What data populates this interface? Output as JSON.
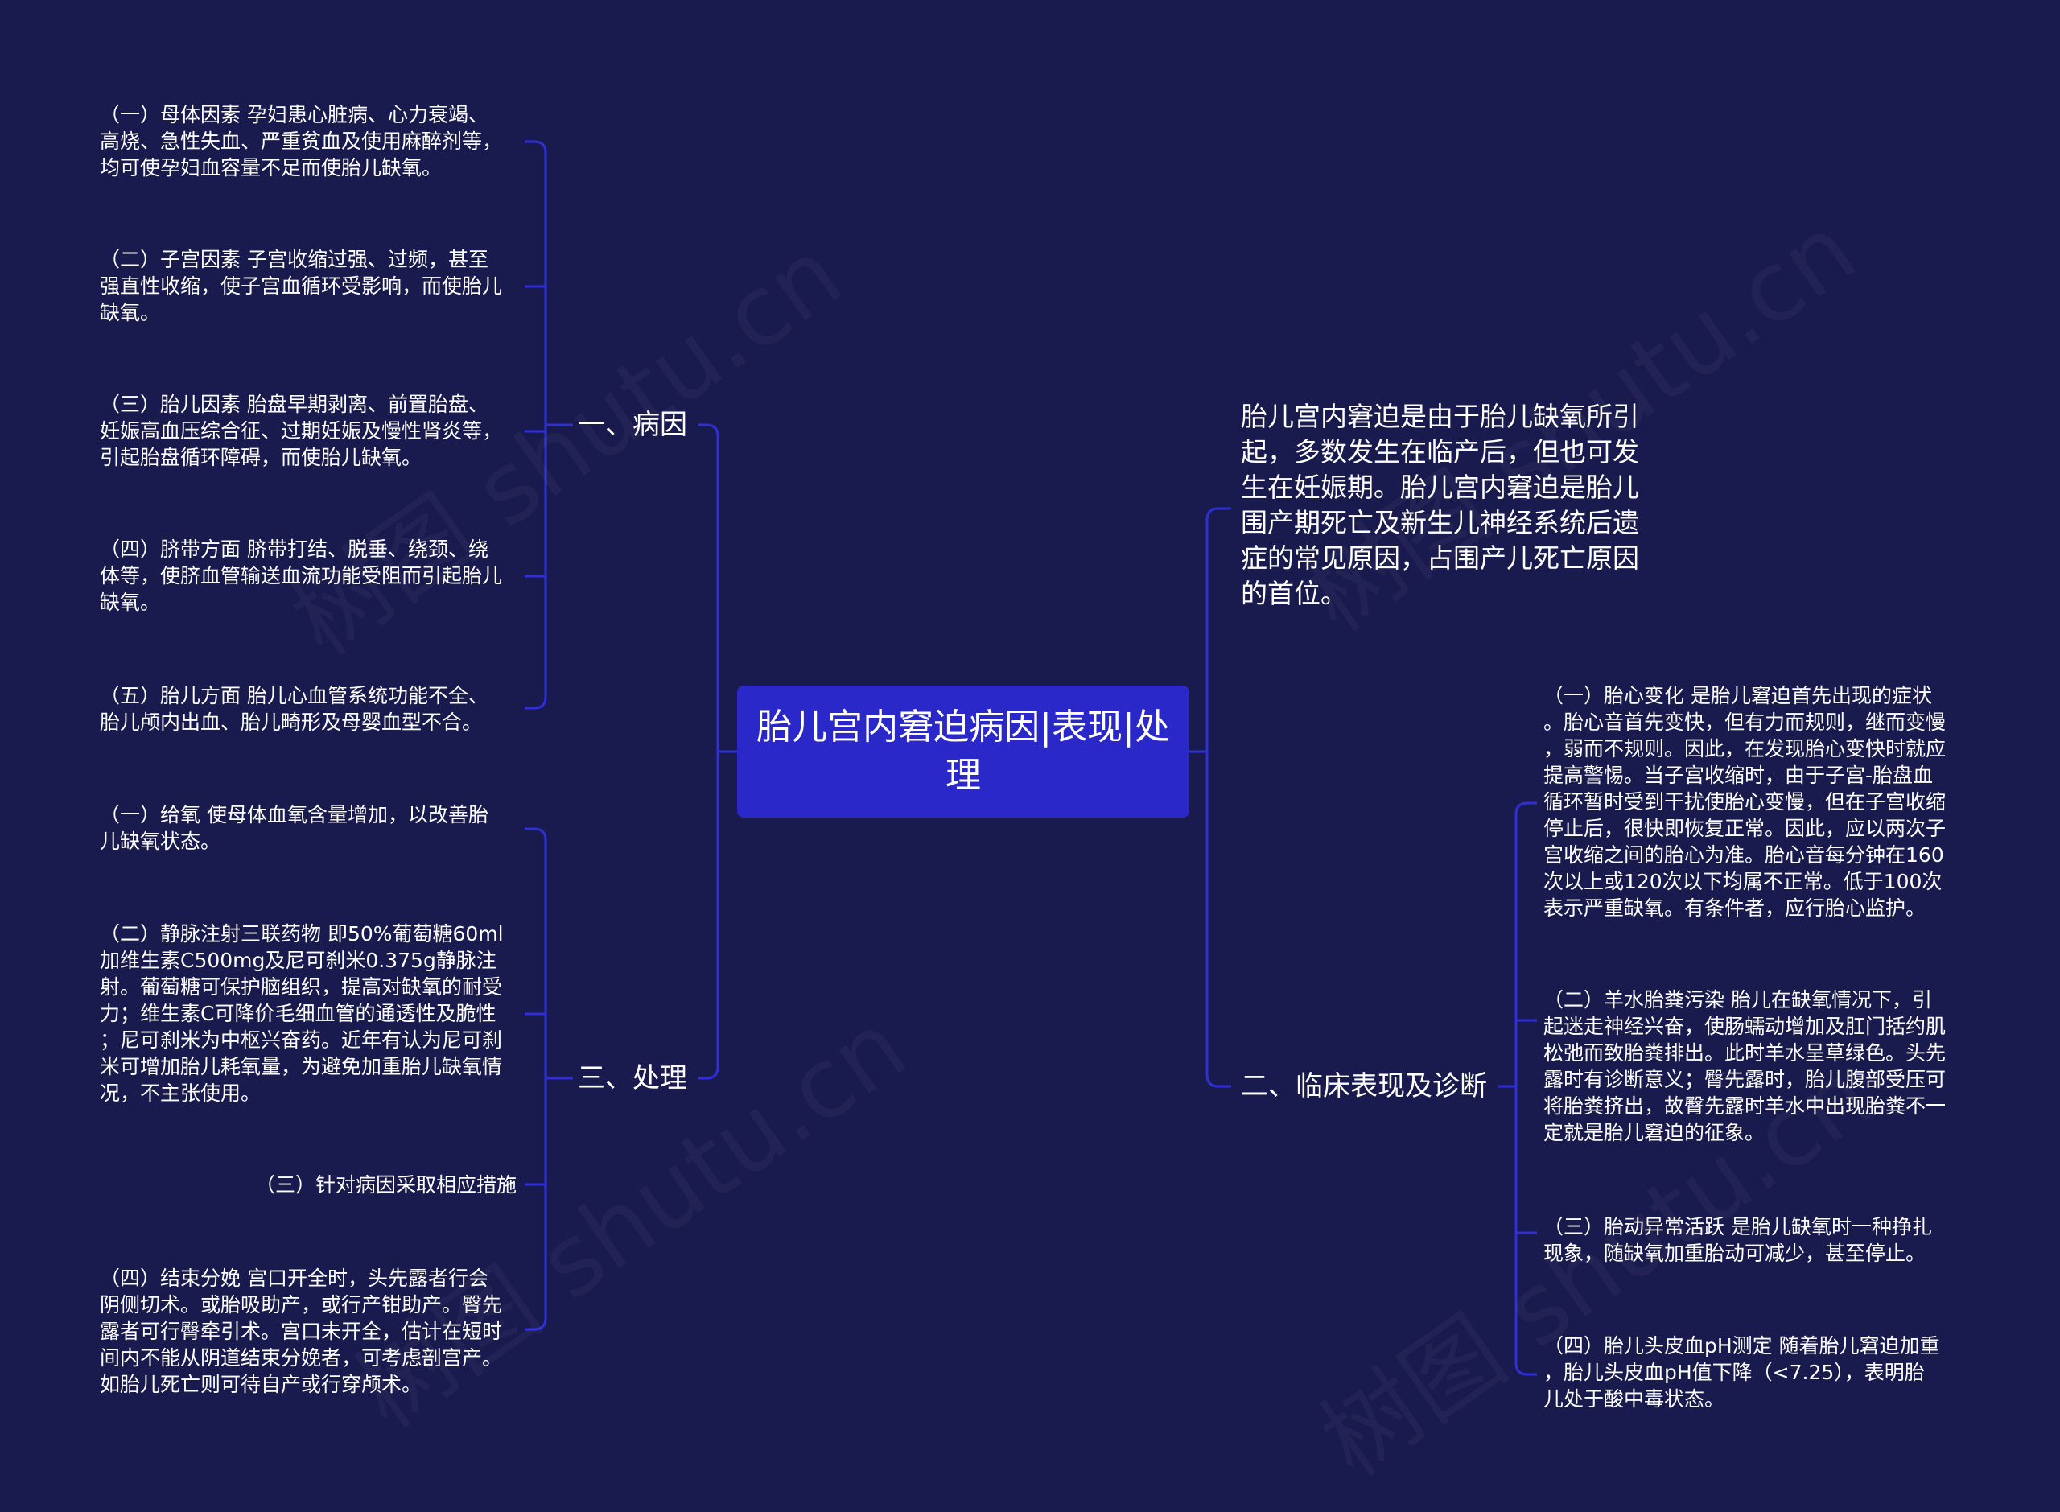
{
  "root": {
    "title": "胎儿宫内窘迫病因|表现|处理"
  },
  "branches": {
    "cause": {
      "label": "一、病因",
      "leaves": [
        "（一）母体因素 孕妇患心脏病、心力衰竭、\n高烧、急性失血、严重贫血及使用麻醉剂等，\n均可使孕妇血容量不足而使胎儿缺氧。",
        "（二）子宫因素 子宫收缩过强、过频，甚至\n强直性收缩，使子宫血循环受影响，而使胎儿\n缺氧。",
        "（三）胎儿因素 胎盘早期剥离、前置胎盘、\n妊娠高血压综合征、过期妊娠及慢性肾炎等，\n引起胎盘循环障碍，而使胎儿缺氧。",
        "（四）脐带方面 脐带打结、脱垂、绕颈、绕\n体等，使脐血管输送血流功能受阻而引起胎儿\n缺氧。",
        "（五）胎儿方面 胎儿心血管系统功能不全、\n胎儿颅内出血、胎儿畸形及母婴血型不合。"
      ]
    },
    "treatment": {
      "label": "三、处理",
      "leaves": [
        "（一）给氧 使母体血氧含量增加，以改善胎\n儿缺氧状态。",
        "（二）静脉注射三联药物 即50%葡萄糖60ml\n加维生素C500mg及尼可刹米0.375g静脉注\n射。葡萄糖可保护脑组织，提高对缺氧的耐受\n力；维生素C可降价毛细血管的通透性及脆性\n；尼可刹米为中枢兴奋药。近年有认为尼可刹\n米可增加胎儿耗氧量，为避免加重胎儿缺氧情\n况，不主张使用。",
        "（三）针对病因采取相应措施",
        "（四）结束分娩 宫口开全时，头先露者行会\n阴侧切术。或胎吸助产，或行产钳助产。臀先\n露者可行臀牵引术。宫口未开全，估计在短时\n间内不能从阴道结束分娩者，可考虑剖宫产。\n如胎儿死亡则可待自产或行穿颅术。"
      ]
    },
    "summary": {
      "text": "胎儿宫内窘迫是由于胎儿缺氧所引\n起，多数发生在临产后，但也可发\n生在妊娠期。胎儿宫内窘迫是胎儿\n围产期死亡及新生儿神经系统后遗\n症的常见原因，占围产儿死亡原因\n的首位。"
    },
    "clinical": {
      "label": "二、临床表现及诊断",
      "leaves": [
        "（一）胎心变化 是胎儿窘迫首先出现的症状\n。胎心音首先变快，但有力而规则，继而变慢\n，弱而不规则。因此，在发现胎心变快时就应\n提高警惕。当子宫收缩时，由于子宫-胎盘血\n循环暂时受到干扰使胎心变慢，但在子宫收缩\n停止后，很快即恢复正常。因此，应以两次子\n宫收缩之间的胎心为准。胎心音每分钟在160\n次以上或120次以下均属不正常。低于100次\n表示严重缺氧。有条件者，应行胎心监护。",
        "（二）羊水胎粪污染 胎儿在缺氧情况下，引\n起迷走神经兴奋，使肠蠕动增加及肛门括约肌\n松弛而致胎粪排出。此时羊水呈草绿色。头先\n露时有诊断意义；臀先露时，胎儿腹部受压可\n将胎粪挤出，故臀先露时羊水中出现胎粪不一\n定就是胎儿窘迫的征象。",
        "（三）胎动异常活跃 是胎儿缺氧时一种挣扎\n现象，随缺氧加重胎动可减少，甚至停止。",
        "（四）胎儿头皮血pH测定 随着胎儿窘迫加重\n，胎儿头皮血pH值下降（<7.25），表明胎\n儿处于酸中毒状态。"
      ]
    }
  },
  "watermark": "树图 shutu.cn",
  "colors": {
    "background": "#191a4d",
    "root": "#2a28c9",
    "line": "#2f2fd8",
    "text": "#ffffff"
  }
}
